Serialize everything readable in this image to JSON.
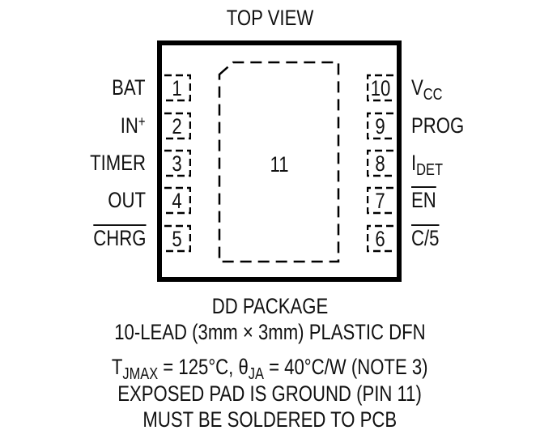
{
  "diagram": {
    "title": "TOP VIEW",
    "exposed_pad": {
      "number": "11"
    },
    "left_pins": [
      {
        "number": "1",
        "label": "BAT"
      },
      {
        "number": "2",
        "label": "IN",
        "sup": "+"
      },
      {
        "number": "3",
        "label": "TIMER"
      },
      {
        "number": "4",
        "label": "OUT"
      },
      {
        "number": "5",
        "label": "CHRG",
        "overline": true
      }
    ],
    "right_pins": [
      {
        "number": "10",
        "label": "V",
        "sub": "CC"
      },
      {
        "number": "9",
        "label": "PROG"
      },
      {
        "number": "8",
        "label": "I",
        "sub": "DET"
      },
      {
        "number": "7",
        "label": "EN",
        "overline": true
      },
      {
        "number": "6",
        "label": "C/5",
        "overline": true
      }
    ],
    "package": {
      "name": "DD PACKAGE",
      "description": "10-LEAD (3mm × 3mm) PLASTIC DFN"
    },
    "thermal": {
      "tj_symbol": "T",
      "tj_sub": "JMAX",
      "tj_value": " = 125°C, ",
      "theta_symbol": "θ",
      "theta_sub": "JA",
      "theta_value": " = 40°C/W (NOTE 3)"
    },
    "notes": [
      "EXPOSED PAD IS GROUND (PIN 11)",
      "MUST BE SOLDERED TO PCB"
    ]
  }
}
